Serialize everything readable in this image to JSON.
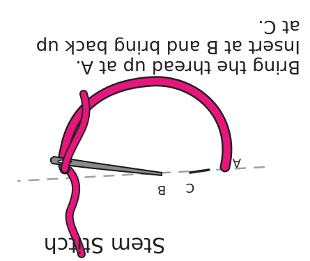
{
  "diagram": {
    "title": "Stem Stitch",
    "instructions": [
      "Bring the thread up at A.",
      "Insert at B and bring back up",
      "at C."
    ],
    "points": [
      "A",
      "B",
      "C"
    ],
    "orientation": "rotated-180",
    "colors": {
      "thread": "#e8157d",
      "thread_outline": "#222222",
      "needle": "#8a8a8a",
      "needle_outline": "#1a1a1a",
      "guide_line": "#a0a0a0",
      "text": "#222222"
    },
    "icons": {
      "needle": "sewing-needle-icon",
      "thread": "thread-strand-icon"
    }
  }
}
